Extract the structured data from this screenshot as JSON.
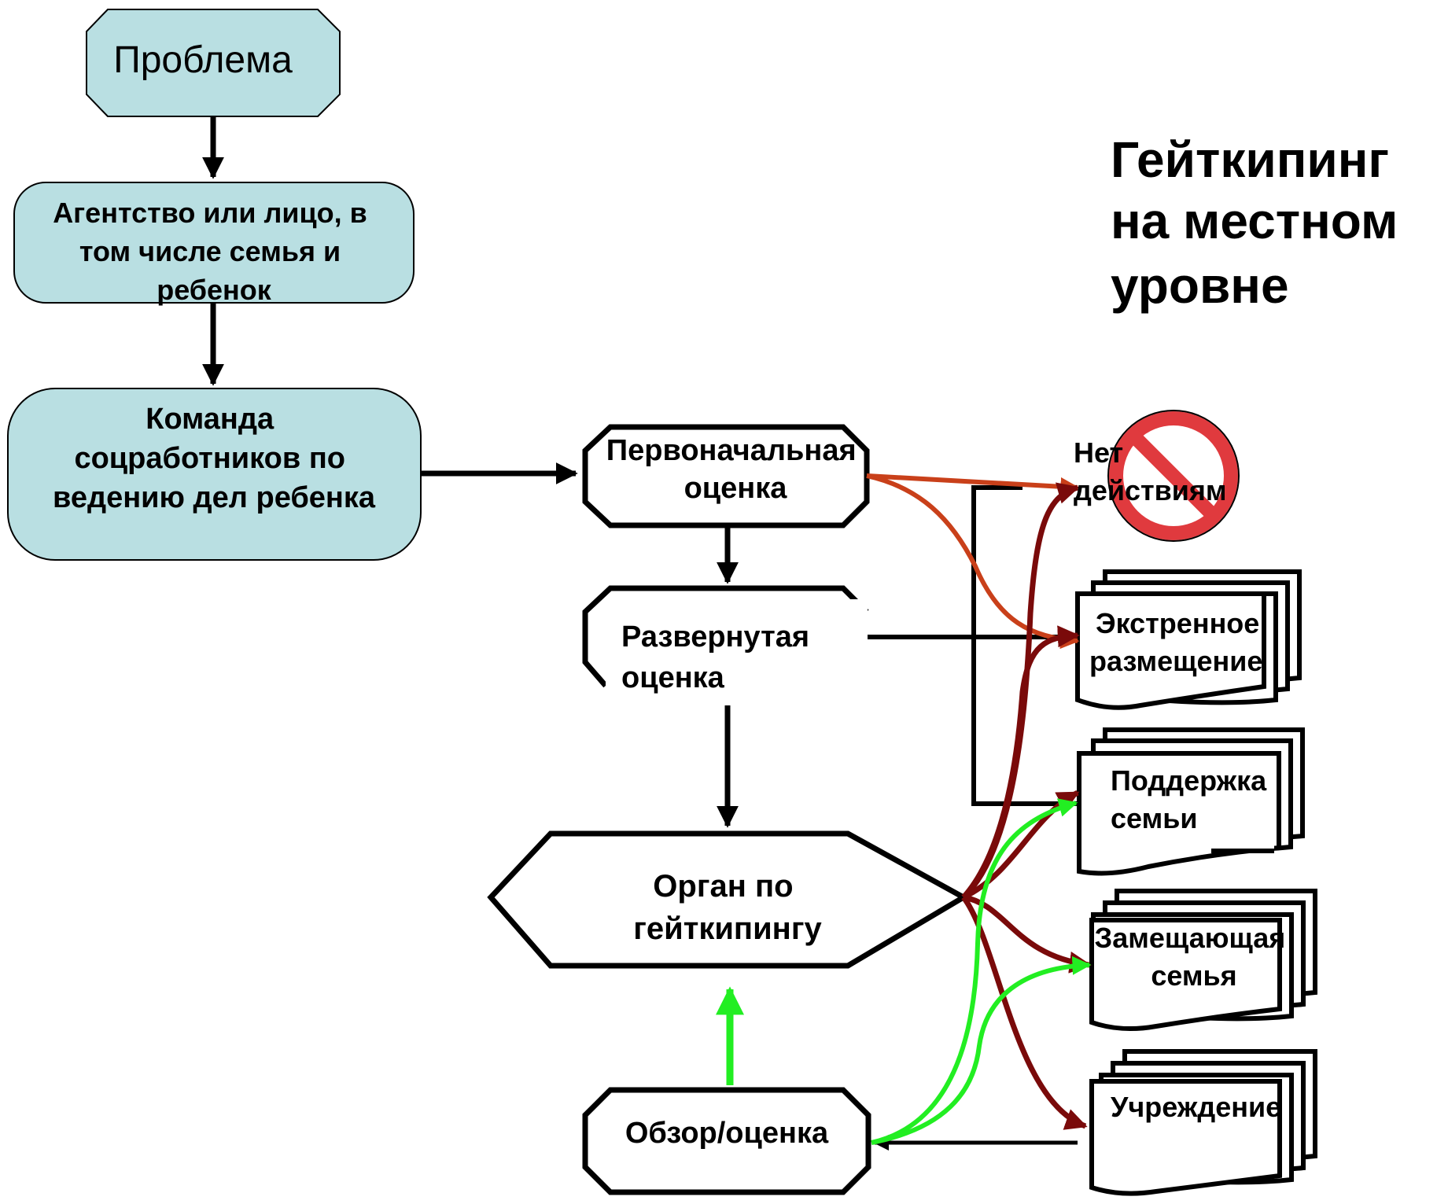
{
  "title": [
    "Гейткипинг",
    "на местном",
    "уровне"
  ],
  "nodes": {
    "problem": "Проблема",
    "agency": [
      "Агентство или лицо, в",
      "том числе семья и",
      "ребенок"
    ],
    "team": [
      "Команда",
      "соцработников по",
      "ведению дел ребенка"
    ],
    "initial": [
      "Первоначальная",
      "оценка"
    ],
    "detailed": [
      "Развернутая",
      "оценка"
    ],
    "gatekeeping": [
      "Орган по",
      "гейткипингу"
    ],
    "review": "Обзор/оценка"
  },
  "outcomes": {
    "no_action": [
      "Нет",
      "действиям"
    ],
    "emergency": [
      "Экстренное",
      "размещение"
    ],
    "family_support": [
      "Поддержка",
      "семьи"
    ],
    "substitute_family": [
      "Замещающая",
      "семья"
    ],
    "institution": "Учреждение"
  },
  "colors": {
    "box_fill": "#b9dfe2",
    "orange_arrow": "#c9401a",
    "darkred_arrow": "#7a0a0a",
    "green_arrow": "#22ee22",
    "no_sign_red": "#e03a3e"
  }
}
